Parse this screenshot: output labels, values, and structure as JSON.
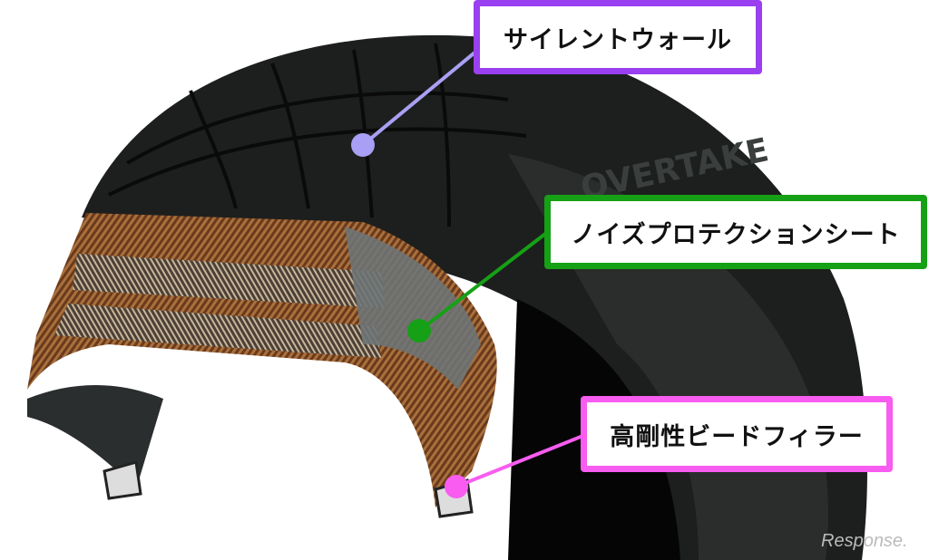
{
  "labels": [
    {
      "text": "サイレントウォール",
      "color": "#9b40f0",
      "dot_color": "#a9a0f5"
    },
    {
      "text": "ノイズプロテクションシート",
      "color": "#16a016",
      "dot_color": "#16a016"
    },
    {
      "text": "高剛性ビードフィラー",
      "color": "#f85cf0",
      "dot_color": "#f85cf0"
    }
  ],
  "tire_brand_text": "OVERTAKE",
  "watermark": "Response."
}
